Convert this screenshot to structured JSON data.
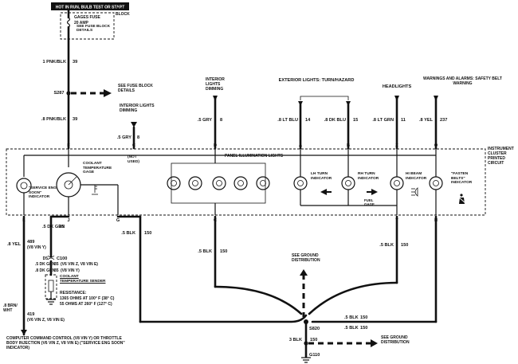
{
  "header": {
    "hot_label": "HOT IN RUN, BULB TEST OR START"
  },
  "fuse": {
    "block_label": "FUSE BLOCK",
    "name": "GAGES FUSE",
    "rating": "20 AMP",
    "see_details": "SEE FUSE BLOCK DETAILS",
    "see_details_2": "SEE FUSE BLOCK DETAILS"
  },
  "wires": {
    "w1": "1 PNK/BLK",
    "w1_circuit": "39",
    "splice_top": "S287",
    "w2": ".8 PNK/BLK",
    "w2_circuit": "39",
    "interior_dim_left": "INTERIOR LIGHTS DIMMING",
    "w3": ".5 GRY",
    "w3_circuit": "8",
    "not_used": "(NOT USED)",
    "interior_dim_right": "INTERIOR LIGHTS DIMMING",
    "w4": ".5 GRY",
    "w4_circuit": "8",
    "exterior_label": "EXTERIOR LIGHTS: TURN/HAZARD",
    "w5": ".8 LT BLU",
    "w5_circuit": "14",
    "w6": ".8 DK BLU",
    "w6_circuit": "15",
    "headlights": "HEADLIGHTS",
    "w7": ".8 LT GRN",
    "w7_circuit": "11",
    "warnings": "WARNINGS AND ALARMS: SAFETY BELT WARNING",
    "w8": ".8 YEL",
    "w8_circuit": "237"
  },
  "connectors": {
    "F": "F",
    "C": "C",
    "D": "D",
    "A": "A",
    "B": "B",
    "Z": "Z",
    "O": "O",
    "L": "L",
    "J": "J",
    "G": "G",
    "Y": "Y",
    "N": "N"
  },
  "cluster": {
    "label": "INSTRUMENT CLUSTER PRINTED CIRCUIT",
    "coolant_gage": "COOLANT TEMPERATURE GAGE",
    "panel_lights": "PANEL ILLUMINATION LIGHTS",
    "lh_turn": "LH TURN INDICATOR",
    "rh_turn": "RH TURN INDICATOR",
    "fuel_gage": "FUEL GAGE",
    "hi_beam": "HI BEAM INDICATOR",
    "fasten_belts": "\"FASTEN BELTS\" INDICATOR",
    "service_eng": "\"SERVICE ENG SOON\" INDICATOR"
  },
  "lower": {
    "yel": ".8 YEL",
    "yel_circuit": "489",
    "yel_note": "(V8 VIN Y)",
    "dk_grn": ".5 DK GRN",
    "dk_grn_circuit": "35",
    "c100_pin": "D5",
    "c100": "C100",
    "dk_grn_b": ".5 DK GRN",
    "dk_grn_b_circuit": "35",
    "dk_grn_b_note": "(V6 VIN Z, V8 VIN E)",
    "dk_grn_c": ".8 DK GRN",
    "dk_grn_c_circuit": "35",
    "dk_grn_c_note": "(V8 VIN Y)",
    "sender": "COOLANT TEMPERATURE SENDER",
    "resistance": "RESISTANCE:",
    "res1": "1365 OHMS AT 100° F (38° C)",
    "res2": "55 OHMS AT 260° F (127° C)",
    "brn": ".8 BRN/ WHT",
    "brn_circuit": "419",
    "brn_note": "(V6 VIN Z, V8 VIN E)",
    "blk_g": ".5 BLK",
    "blk_g_circuit": "150",
    "blk_c": ".5 BLK",
    "blk_c_circuit": "150",
    "blk_y": ".5 BLK",
    "blk_y_circuit": "150",
    "blk_n": ".5 BLK",
    "blk_n_circuit": "150",
    "see_ground_1": "SEE GROUND DISTRIBUTION",
    "blk_s": ".5 BLK",
    "blk_s_circuit": "150",
    "s820": "S820",
    "blk3": "3 BLK",
    "blk3_circuit": "150",
    "see_ground_2": "SEE GROUND DISTRIBUTION",
    "g110": "G110",
    "computer_note": "COMPUTER COMMAND CONTROL (V8 VIN Y) OR THROTTLE BODY INJECTION (V6 VIN Z, V8 VIN E) (\"SERVICE ENG SOON\" INDICATOR)"
  }
}
